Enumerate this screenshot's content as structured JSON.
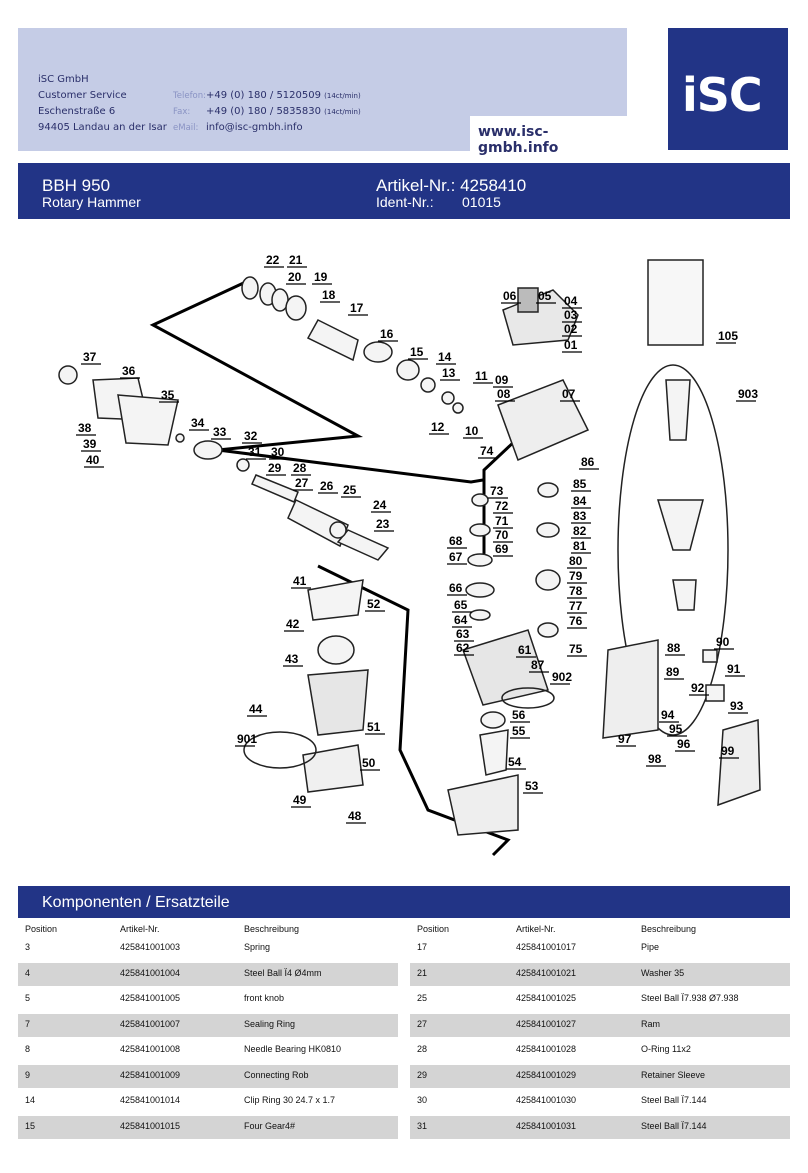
{
  "header": {
    "company": "iSC GmbH",
    "service": "Customer Service",
    "street": "Eschenstraße 6",
    "city": "94405 Landau an der Isar",
    "phone_label": "Telefon:",
    "phone": "+49 (0) 180 / 5120509",
    "phone_note": "(14ct/min)",
    "fax_label": "Fax:",
    "fax": "+49 (0) 180 / 5835830",
    "fax_note": "(14ct/min)",
    "email_label": "eMail:",
    "email": "info@isc-gmbh.info",
    "website": "www.isc-gmbh.info",
    "logo": "iSC"
  },
  "product": {
    "model": "BBH 950",
    "name": "Rotary Hammer",
    "article_label": "Artikel-Nr.:",
    "article_number": "4258410",
    "ident_label": "Ident-Nr.:",
    "ident_number": "01015"
  },
  "diagram": {
    "callouts": [
      "22",
      "21",
      "20",
      "19",
      "18",
      "17",
      "16",
      "15",
      "14",
      "13",
      "12",
      "11",
      "10",
      "09",
      "08",
      "07",
      "06",
      "05",
      "04",
      "03",
      "02",
      "01",
      "37",
      "36",
      "35",
      "34",
      "33",
      "32",
      "31",
      "30",
      "29",
      "28",
      "27",
      "26",
      "25",
      "24",
      "23",
      "38",
      "39",
      "40",
      "74",
      "73",
      "72",
      "71",
      "70",
      "69",
      "68",
      "67",
      "66",
      "65",
      "64",
      "63",
      "62",
      "61",
      "87",
      "86",
      "85",
      "84",
      "83",
      "82",
      "81",
      "80",
      "79",
      "78",
      "77",
      "76",
      "75",
      "902",
      "56",
      "55",
      "54",
      "53",
      "41",
      "42",
      "43",
      "44",
      "52",
      "51",
      "50",
      "49",
      "48",
      "901",
      "105",
      "903",
      "88",
      "89",
      "90",
      "91",
      "92",
      "93",
      "94",
      "95",
      "96",
      "97",
      "98",
      "99"
    ]
  },
  "components": {
    "title": "Komponenten / Ersatzteile",
    "headers": [
      "Position",
      "Artikel-Nr.",
      "Beschreibung"
    ],
    "left": [
      [
        "3",
        "425841001003",
        "Spring"
      ],
      [
        "4",
        "425841001004",
        "Steel Ball Ï4 Ø4mm"
      ],
      [
        "5",
        "425841001005",
        "front knob"
      ],
      [
        "7",
        "425841001007",
        "Sealing Ring"
      ],
      [
        "8",
        "425841001008",
        "Needle Bearing HK0810"
      ],
      [
        "9",
        "425841001009",
        "Connecting Rob"
      ],
      [
        "14",
        "425841001014",
        "Clip Ring 30 24.7 x 1.7"
      ],
      [
        "15",
        "425841001015",
        "Four Gear4#"
      ]
    ],
    "right": [
      [
        "17",
        "425841001017",
        "Pipe"
      ],
      [
        "21",
        "425841001021",
        "Washer 35"
      ],
      [
        "25",
        "425841001025",
        "Steel Ball Ï7.938 Ø7.938"
      ],
      [
        "27",
        "425841001027",
        "Ram"
      ],
      [
        "28",
        "425841001028",
        "O-Ring 11x2"
      ],
      [
        "29",
        "425841001029",
        "Retainer Sleeve"
      ],
      [
        "30",
        "425841001030",
        "Steel Ball Ï7.144"
      ],
      [
        "31",
        "425841001031",
        "Steel Ball Ï7.144"
      ]
    ]
  }
}
